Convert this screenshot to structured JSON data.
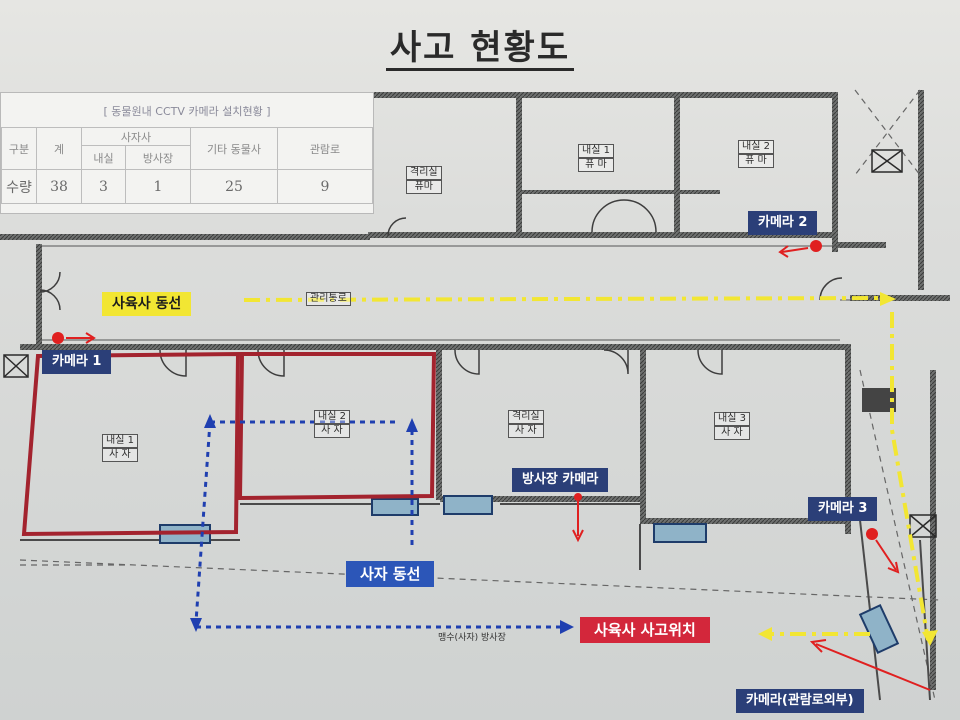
{
  "title": "사고 현황도",
  "table": {
    "caption": "[ 동물원내 CCTV 카메라 설치현황 ]",
    "headers": {
      "category": "구분",
      "total": "계",
      "zookeeper_group": "사자사",
      "inner": "내실",
      "release": "방사장",
      "other": "기타 동물사",
      "walkway": "관람로"
    },
    "row": {
      "category": "수량",
      "total": "38",
      "inner": "3",
      "release": "1",
      "other": "25",
      "walkway": "9"
    }
  },
  "rooms": {
    "inner1_top": {
      "line1": "내실 1",
      "line2": "퓨 마"
    },
    "inner2_top": {
      "line1": "내실 2",
      "line2": "퓨 마"
    },
    "quarantine_top": {
      "line1": "격리실",
      "line2": "퓨마"
    },
    "inner1": {
      "line1": "내실 1",
      "line2": "사 자"
    },
    "inner2": {
      "line1": "내실 2",
      "line2": "사 자"
    },
    "quarantine": {
      "line1": "격리실",
      "line2": "사 자"
    },
    "inner3": {
      "line1": "내실 3",
      "line2": "사 자"
    },
    "corridor": "관리통로",
    "release_note": "맹수(사자) 방사장"
  },
  "labels": {
    "camera1": "카메라 1",
    "camera2": "카메라 2",
    "camera3": "카메라 3",
    "release_camera": "방사장 카메라",
    "outside_camera": "카메라(관람로외부)",
    "keeper_route": "사육사 동선",
    "lion_route": "사자 동선",
    "accident_location": "사육사 사고위치"
  },
  "colors": {
    "keeper_route": "#f2e633",
    "lion_route": "#1f3fb0",
    "enclosure_outline": "#a3232e",
    "camera_marker": "#e02020",
    "label_navy": "#2b3f78",
    "accident_label": "#d3273b"
  }
}
